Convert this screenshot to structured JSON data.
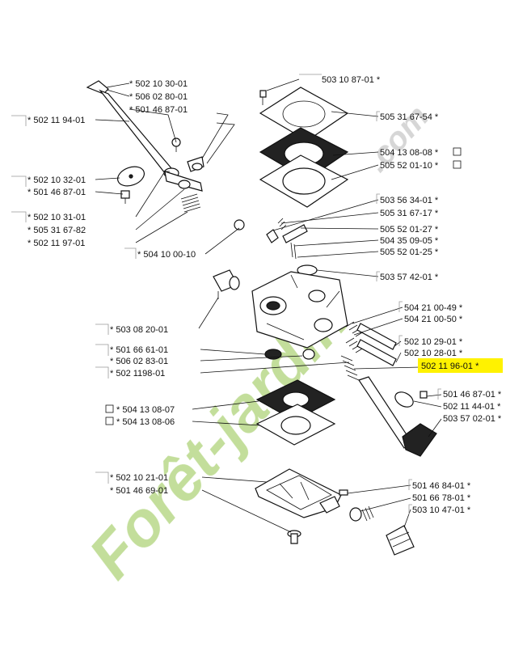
{
  "colors": {
    "watermark_green": "#b9d98a",
    "watermark_orange": "#f0c080",
    "watermark_gray": "#cfcfcf",
    "highlight": "#fff200"
  },
  "watermark": {
    "text": "Forêt-jardin",
    "suffix": ".com"
  },
  "labels": [
    {
      "id": "l1",
      "text": "* 502 10 30-01"
    },
    {
      "id": "l2",
      "text": "* 506 02 80-01"
    },
    {
      "id": "l3",
      "text": "* 501 46 87-01"
    },
    {
      "id": "l4",
      "text": "* 502 11 94-01"
    },
    {
      "id": "l5",
      "text": "* 502 10 32-01"
    },
    {
      "id": "l6",
      "text": "* 501 46 87-01"
    },
    {
      "id": "l7",
      "text": "* 502 10 31-01"
    },
    {
      "id": "l8",
      "text": "* 505 31 67-82"
    },
    {
      "id": "l9",
      "text": "* 502 11 97-01"
    },
    {
      "id": "l10",
      "text": "* 504 10 00-10"
    },
    {
      "id": "l11",
      "text": "503 10 87-01 *"
    },
    {
      "id": "l12",
      "text": "505 31 67-54 *"
    },
    {
      "id": "l13",
      "text": "504 13 08-08 *"
    },
    {
      "id": "l14",
      "text": "505 52 01-10 *"
    },
    {
      "id": "l15",
      "text": "503 56 34-01 *"
    },
    {
      "id": "l16",
      "text": "505 31 67-17 *"
    },
    {
      "id": "l17",
      "text": "505 52 01-27 *"
    },
    {
      "id": "l18",
      "text": "504 35 09-05 *"
    },
    {
      "id": "l19",
      "text": "505 52 01-25 *"
    },
    {
      "id": "l20",
      "text": "503 57 42-01 *"
    },
    {
      "id": "l21",
      "text": "* 503 08 20-01"
    },
    {
      "id": "l22",
      "text": "504 21 00-49 *"
    },
    {
      "id": "l23",
      "text": "504 21 00-50 *"
    },
    {
      "id": "l24",
      "text": "* 501 66 61-01"
    },
    {
      "id": "l25",
      "text": "* 506 02 83-01"
    },
    {
      "id": "l26",
      "text": "* 502 1198-01"
    },
    {
      "id": "l27",
      "text": "502 10 29-01 *"
    },
    {
      "id": "l28",
      "text": "502 10 28-01 *"
    },
    {
      "id": "l29",
      "text": "502 11 96-01 *"
    },
    {
      "id": "l30",
      "text": "501 46 87-01 *"
    },
    {
      "id": "l31",
      "text": "502 11 44-01 *"
    },
    {
      "id": "l32",
      "text": "503 57 02-01 *"
    },
    {
      "id": "l33",
      "text": "* 504 13 08-07"
    },
    {
      "id": "l34",
      "text": "* 504 13 08-06"
    },
    {
      "id": "l35",
      "text": "* 502 10 21-01"
    },
    {
      "id": "l36",
      "text": "* 501 46 69-01"
    },
    {
      "id": "l37",
      "text": "501 46 84-01 *"
    },
    {
      "id": "l38",
      "text": "501 66 78-01 *"
    },
    {
      "id": "l39",
      "text": "503 10 47-01 *"
    }
  ]
}
